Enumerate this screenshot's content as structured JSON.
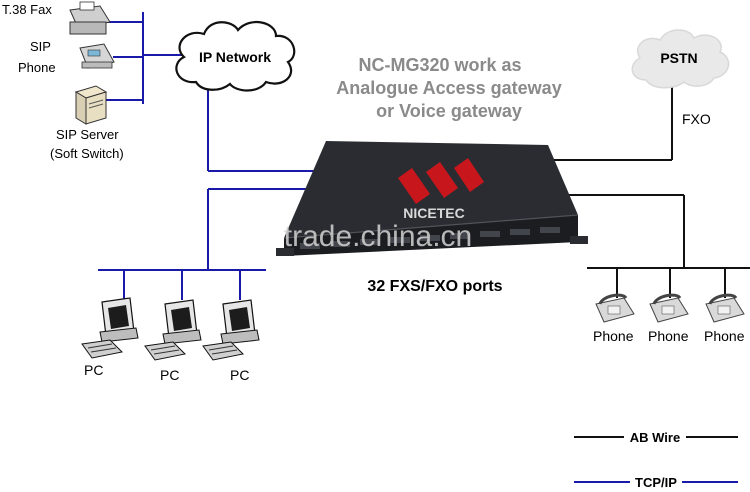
{
  "nodes": {
    "fax": "T.38 Fax",
    "sip_phone": [
      "SIP",
      "Phone"
    ],
    "sip_server": [
      "SIP Server",
      "(Soft Switch)"
    ],
    "ip_network": "IP Network",
    "pstn": "PSTN",
    "fxo": "FXO",
    "ports": "32 FXS/FXO ports",
    "pcs": [
      "PC",
      "PC",
      "PC"
    ],
    "phones": [
      "Phone",
      "Phone",
      "Phone"
    ]
  },
  "headline": [
    "NC-MG320 work as",
    "Analogue Access gateway",
    "or Voice gateway"
  ],
  "device": {
    "brand": "NICETEC"
  },
  "watermark": "trade.china.cn",
  "legend": {
    "ab_wire": "AB Wire",
    "tcp_ip": "TCP/IP"
  },
  "colors": {
    "ip_line": "#1a1aa8",
    "ab_line": "#111111",
    "headline": "#8a8a8a",
    "device_body": "#2a2c31",
    "logo_red": "#c8161d"
  }
}
